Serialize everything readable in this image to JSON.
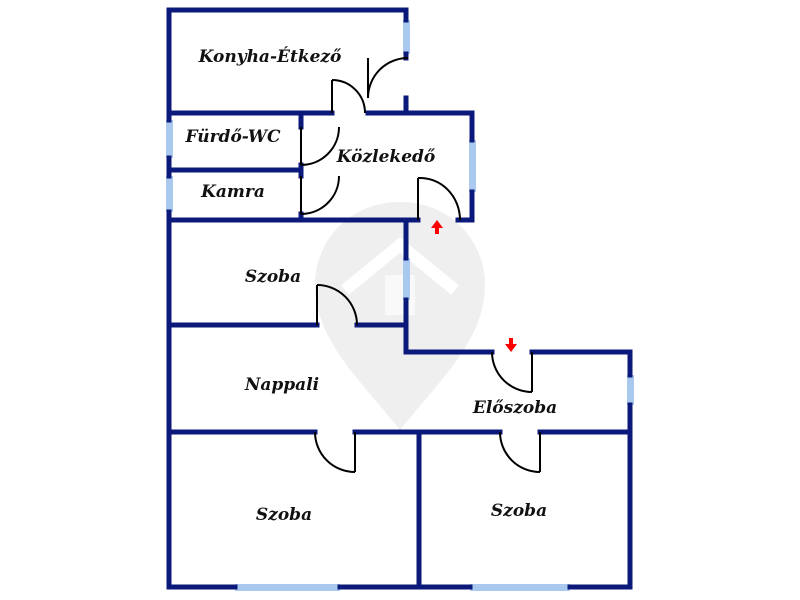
{
  "colors": {
    "wall": "#0b1a7a",
    "window": "#a9c9ee",
    "door": "#000000",
    "arrow": "#ff0000",
    "watermark": "#ececec",
    "label": "#111111"
  },
  "rooms": {
    "konyha": "Konyha-Étkező",
    "furdo": "Fürdő-WC",
    "kozlekedo": "Közlekedő",
    "kamra": "Kamra",
    "szoba_top": "Szoba",
    "nappali": "Nappali",
    "eloszoba": "Előszoba",
    "szoba_bottom_left": "Szoba",
    "szoba_bottom_right": "Szoba"
  },
  "icons": {
    "watermark": "logo-watermark-icon",
    "entrance_arrow": "arrow-up-icon",
    "entrance_arrow_2": "arrow-down-icon"
  }
}
